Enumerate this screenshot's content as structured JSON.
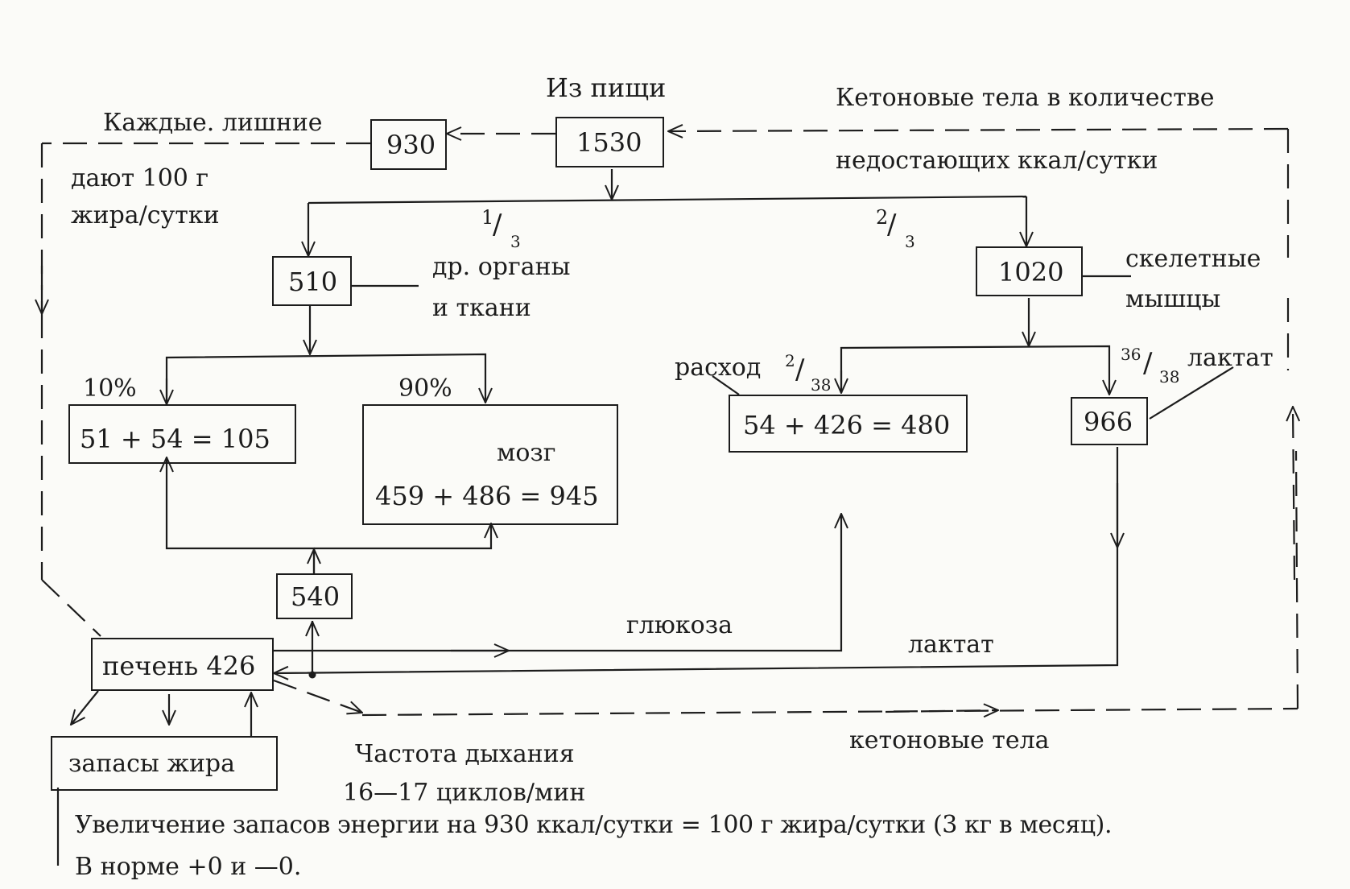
{
  "top": {
    "from_food_label": "Из пищи",
    "from_food_value": "1530",
    "excess_value": "930",
    "excess_line1": "Каждые. лишние",
    "excess_line2": "дают  100  г",
    "excess_line3": "жира/сутки",
    "ketone_line1": "Кетоновые тела в количестве",
    "ketone_line2": "недостающих ккал/сутки"
  },
  "split": {
    "one_third_num": "1",
    "one_third_slash": "/",
    "one_third_den": "3",
    "two_third_num": "2",
    "two_third_slash": "/",
    "two_third_den": "3"
  },
  "organs": {
    "value": "510",
    "label_line1": "др.  органы",
    "label_line2": "и ткани"
  },
  "muscles": {
    "value": "1020",
    "label_line1": "скелетные",
    "label_line2": "мышцы"
  },
  "branches": {
    "ten_percent": "10%",
    "ninety_percent": "90%",
    "other_box": "51  +  54  =  105",
    "brain_label": "мозг",
    "brain_value": "459  +  486  =  945",
    "consumption_label": "расход",
    "consumption_num": "2",
    "consumption_slash": "/",
    "consumption_den": "38",
    "consumption_box": "54  +  426  =  480",
    "lactate_num": "36",
    "lactate_slash": "/",
    "lactate_den": "38",
    "lactate_label": "лактат",
    "lactate_box": "966"
  },
  "liver": {
    "glucose_box": "540",
    "glucose_label": "глюкоза",
    "lactate_label": "лактат",
    "liver_box": "печень 426",
    "fat_box": "запасы жира",
    "ketone_label": "кетоновые  тела"
  },
  "bottom": {
    "breathing_line1": "Частота дыхания",
    "breathing_line2": "16—17 циклов/мин",
    "summary_line1": "Увеличение  запасов  энергии  на  930  ккал/сутки  =  100  г  жира/сутки  (3  кг  в  месяц).",
    "summary_line2": "В норме +0 и —0."
  },
  "colors": {
    "ink": "#1c1c1c",
    "paper": "#fbfbf8"
  }
}
